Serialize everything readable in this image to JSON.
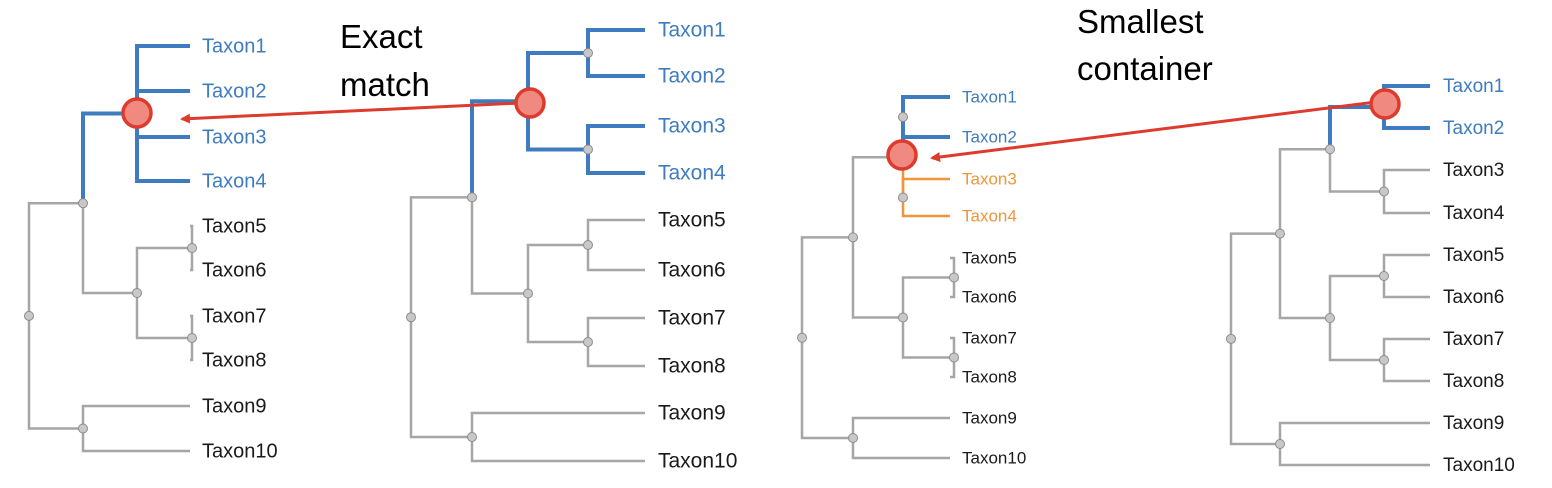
{
  "colors": {
    "default_edge": "#a6a6a6",
    "highlight": "#3f7bbf",
    "secondary": "#f0953a",
    "text": "#1a1a1a",
    "node_fill": "#c8c8c8",
    "node_stroke": "#8c8c8c",
    "marker_fill": "#f08a80",
    "marker_stroke": "#dd3b2e",
    "arrow": "#dd3b2e"
  },
  "annotations": {
    "exact_match": [
      "Exact",
      "match"
    ],
    "smallest_container": [
      "Smallest",
      "container"
    ]
  },
  "trees": [
    {
      "id": "tree-1",
      "taxa": [
        "Taxon1",
        "Taxon2",
        "Taxon3",
        "Taxon4",
        "Taxon5",
        "Taxon6",
        "Taxon7",
        "Taxon8",
        "Taxon9",
        "Taxon10"
      ],
      "topology": "(((Taxon1,Taxon2,Taxon3,Taxon4),((Taxon5,Taxon6),(Taxon7,Taxon8))),(Taxon9,Taxon10))",
      "highlighted": [
        "Taxon1",
        "Taxon2",
        "Taxon3",
        "Taxon4"
      ],
      "secondary": []
    },
    {
      "id": "tree-2",
      "taxa": [
        "Taxon1",
        "Taxon2",
        "Taxon3",
        "Taxon4",
        "Taxon5",
        "Taxon6",
        "Taxon7",
        "Taxon8",
        "Taxon9",
        "Taxon10"
      ],
      "topology": "((((Taxon1,Taxon2),(Taxon3,Taxon4)),((Taxon5,Taxon6),(Taxon7,Taxon8))),(Taxon9,Taxon10))",
      "highlighted": [
        "Taxon1",
        "Taxon2",
        "Taxon3",
        "Taxon4"
      ],
      "secondary": []
    },
    {
      "id": "tree-3",
      "taxa": [
        "Taxon1",
        "Taxon2",
        "Taxon3",
        "Taxon4",
        "Taxon5",
        "Taxon6",
        "Taxon7",
        "Taxon8",
        "Taxon9",
        "Taxon10"
      ],
      "topology": "((((Taxon1,Taxon2),(Taxon3,Taxon4)),((Taxon5,Taxon6),(Taxon7,Taxon8))),(Taxon9,Taxon10))",
      "highlighted": [
        "Taxon1",
        "Taxon2"
      ],
      "secondary": [
        "Taxon3",
        "Taxon4"
      ]
    },
    {
      "id": "tree-4",
      "taxa": [
        "Taxon1",
        "Taxon2",
        "Taxon3",
        "Taxon4",
        "Taxon5",
        "Taxon6",
        "Taxon7",
        "Taxon8",
        "Taxon9",
        "Taxon10"
      ],
      "topology": "((((Taxon1,Taxon2),(Taxon3,Taxon4)),((Taxon5,Taxon6),(Taxon7,Taxon8))),(Taxon9,Taxon10))",
      "highlighted": [
        "Taxon1",
        "Taxon2"
      ],
      "secondary": []
    }
  ],
  "arrows": [
    {
      "name": "exact-match-arrow",
      "from": "tree-2: (Taxon1,Taxon2,Taxon3,Taxon4) clade",
      "to": "tree-1: (Taxon1,Taxon2,Taxon3,Taxon4) clade"
    },
    {
      "name": "smallest-container-arrow",
      "from": "tree-4: (Taxon1,Taxon2) clade",
      "to": "tree-3: (Taxon1,Taxon2,Taxon3,Taxon4) clade"
    }
  ]
}
